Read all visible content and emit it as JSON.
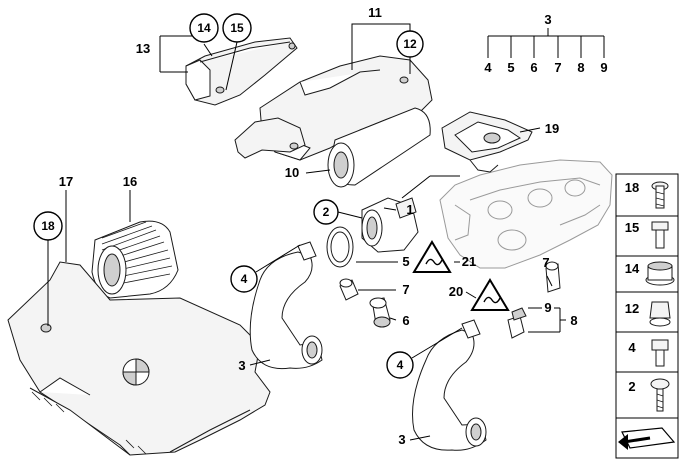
{
  "diagram": {
    "callouts": {
      "c1": "1",
      "c2": "2",
      "c3": "3",
      "c3a": "3",
      "c3b": "3",
      "c4": "4",
      "c4b": "4",
      "c5": "5",
      "c6": "6",
      "c7": "7",
      "c7b": "7",
      "c8": "8",
      "c9": "9",
      "c10": "10",
      "c11": "11",
      "c12": "12",
      "c13": "13",
      "c14": "14",
      "c15": "15",
      "c16": "16",
      "c17": "17",
      "c18": "18",
      "c19": "19",
      "c20": "20",
      "c21": "21"
    },
    "group3_items": [
      "4",
      "5",
      "6",
      "7",
      "8",
      "9"
    ],
    "sidebar_items": [
      "18",
      "15",
      "14",
      "12",
      "4",
      "2"
    ]
  }
}
